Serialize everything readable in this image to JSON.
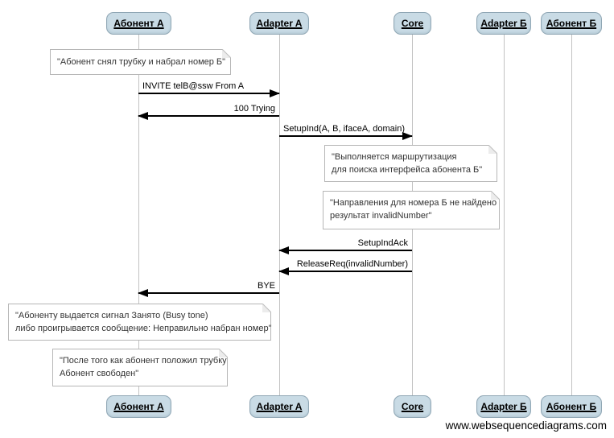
{
  "diagram": {
    "tool_watermark": "www.websequencediagrams.com",
    "actors": [
      {
        "id": "abonent-a",
        "label": "Абонент A"
      },
      {
        "id": "adapter-a",
        "label": "Adapter A"
      },
      {
        "id": "core",
        "label": "Core"
      },
      {
        "id": "adapter-b",
        "label": "Adapter Б"
      },
      {
        "id": "abonent-b",
        "label": "Абонент Б"
      }
    ],
    "messages": [
      {
        "label": "INVITE telB@ssw From A",
        "from": "Абонент A",
        "to": "Adapter A",
        "direction": "right"
      },
      {
        "label": "100 Trying",
        "from": "Adapter A",
        "to": "Абонент A",
        "direction": "left"
      },
      {
        "label": "SetupInd(A, B, ifaceA, domain)",
        "from": "Adapter A",
        "to": "Core",
        "direction": "right"
      },
      {
        "label": "SetupIndAck",
        "from": "Core",
        "to": "Adapter A",
        "direction": "left"
      },
      {
        "label": "ReleaseReq(invalidNumber)",
        "from": "Core",
        "to": "Adapter A",
        "direction": "left"
      },
      {
        "label": "BYE",
        "from": "Adapter A",
        "to": "Абонент A",
        "direction": "left"
      }
    ],
    "notes": [
      {
        "over": "Абонент A",
        "lines": [
          "\"Абонент снял трубку и набрал номер Б\""
        ]
      },
      {
        "over": "Core",
        "lines": [
          "\"Выполняется маршрутизация",
          "для поиска интерфейса абонента Б\""
        ]
      },
      {
        "over": "Core",
        "lines": [
          "\"Направления для номера Б не найдено",
          "результат invalidNumber\""
        ]
      },
      {
        "over": "Абонент A",
        "lines": [
          "\"Абоненту выдается сигнал Занято (Busy tone)",
          "либо проигрывается сообщение: Неправильно набран номер\""
        ]
      },
      {
        "over": "Абонент A",
        "lines": [
          "\"После того как абонент положил трубку",
          "Абонент свободен\""
        ]
      }
    ],
    "colors": {
      "actor_fill": "#c9dbe5",
      "actor_border": "#8fa6b4",
      "note_border": "#b6b6b6",
      "lifeline": "#c2c2c2",
      "arrow": "#000000"
    }
  }
}
